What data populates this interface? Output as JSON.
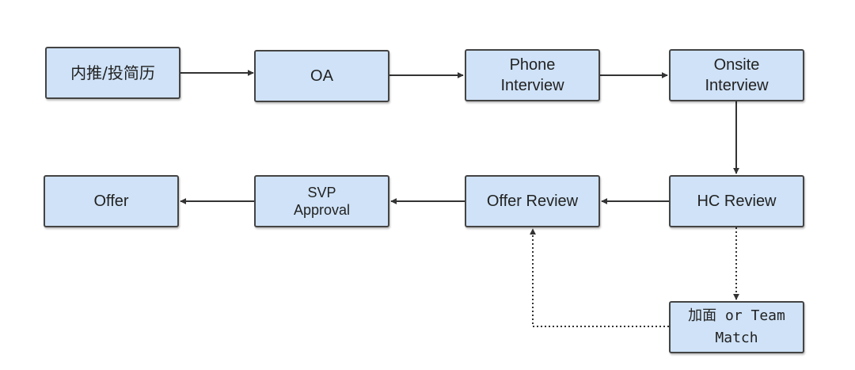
{
  "colors": {
    "node_fill": "#cfe2f7",
    "node_border": "#444444",
    "edge": "#333333"
  },
  "nodes": {
    "referral": {
      "label": "内推/投简历"
    },
    "oa": {
      "label": "OA"
    },
    "phone_interview": {
      "lines": [
        "Phone",
        "Interview"
      ]
    },
    "onsite_interview": {
      "lines": [
        "Onsite",
        "Interview"
      ]
    },
    "hc_review": {
      "label": "HC Review"
    },
    "offer_review": {
      "label": "Offer Review"
    },
    "svp_approval": {
      "lines": [
        "SVP",
        "Approval"
      ]
    },
    "offer": {
      "label": "Offer"
    },
    "extra_interview": {
      "lines": [
        "加面 or Team",
        "Match"
      ]
    }
  },
  "edges": [
    {
      "from": "referral",
      "to": "oa",
      "style": "solid"
    },
    {
      "from": "oa",
      "to": "phone_interview",
      "style": "solid"
    },
    {
      "from": "phone_interview",
      "to": "onsite_interview",
      "style": "solid"
    },
    {
      "from": "onsite_interview",
      "to": "hc_review",
      "style": "solid"
    },
    {
      "from": "hc_review",
      "to": "offer_review",
      "style": "solid"
    },
    {
      "from": "offer_review",
      "to": "svp_approval",
      "style": "solid"
    },
    {
      "from": "svp_approval",
      "to": "offer",
      "style": "solid"
    },
    {
      "from": "hc_review",
      "to": "extra_interview",
      "style": "dotted"
    },
    {
      "from": "extra_interview",
      "to": "offer_review",
      "style": "dotted"
    }
  ]
}
